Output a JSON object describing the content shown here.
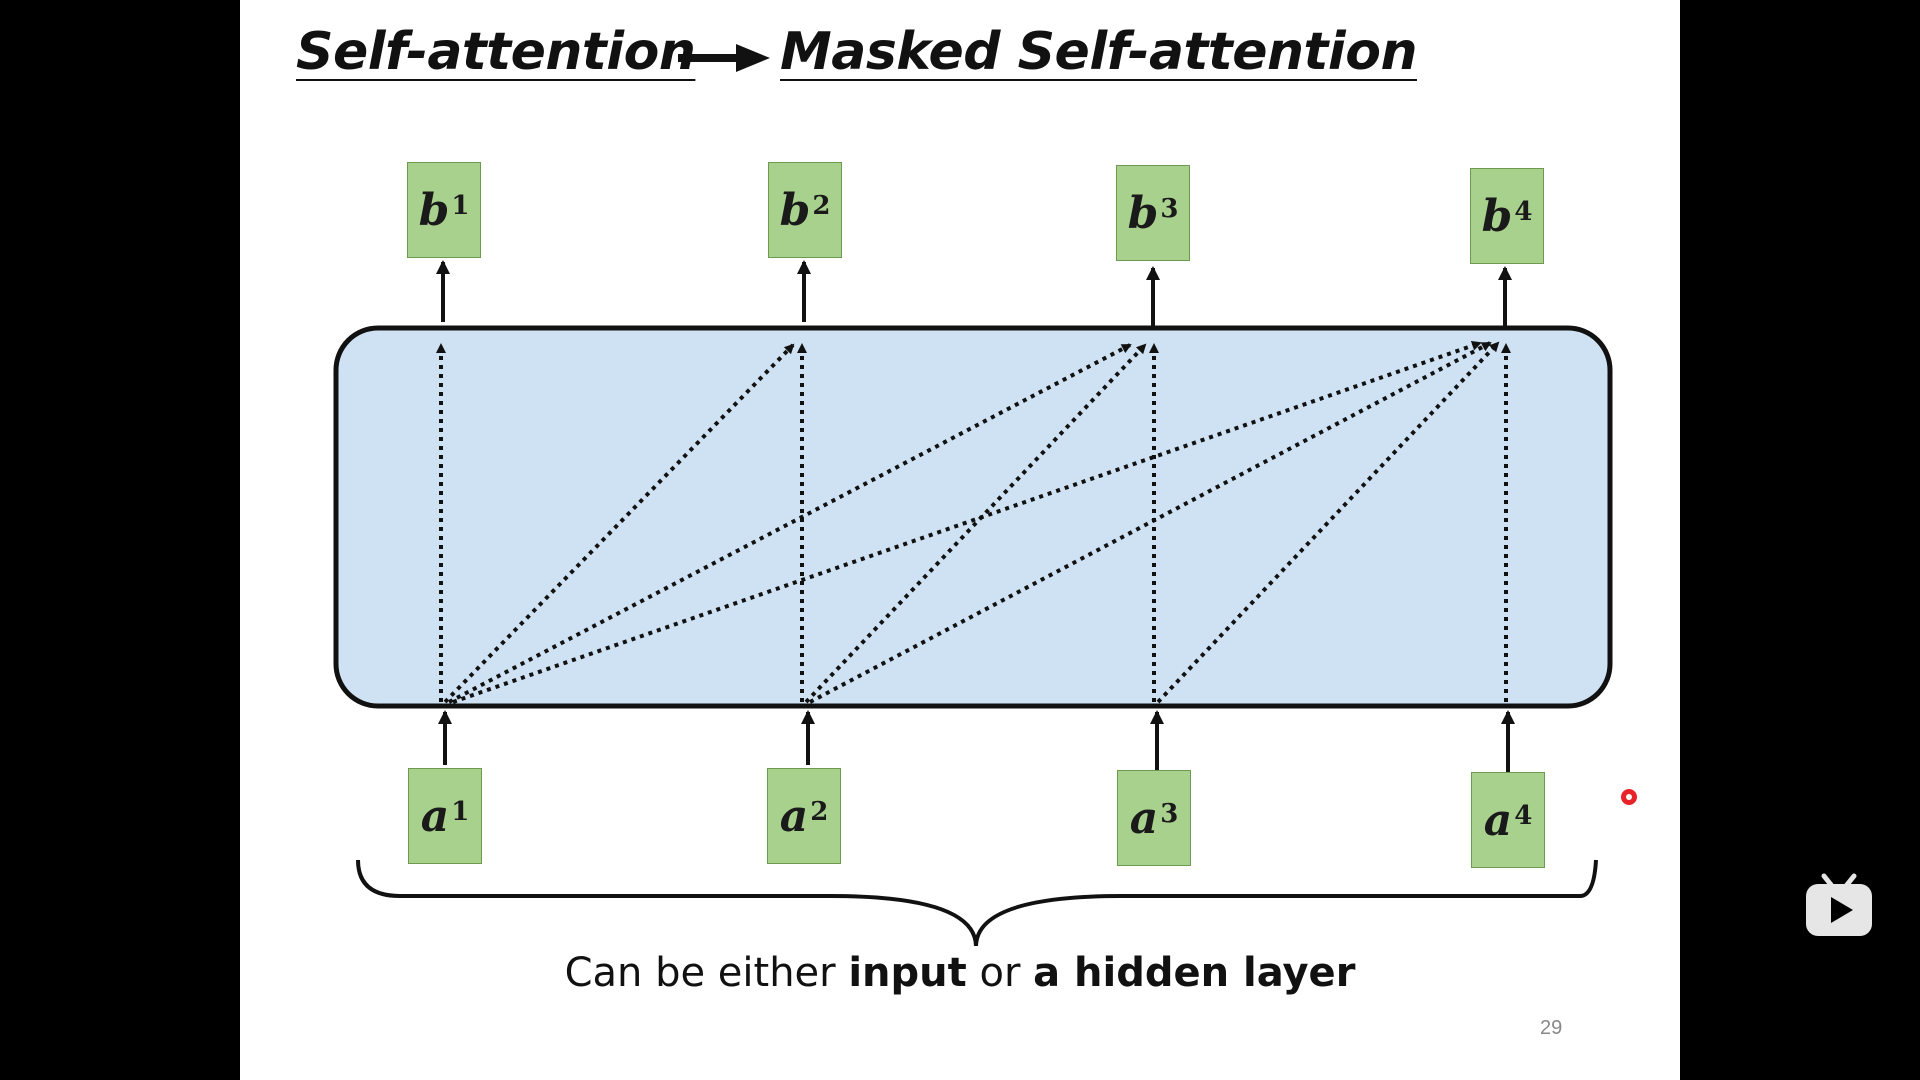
{
  "slide": {
    "title_left": "Self-attention",
    "title_right": "Masked Self-attention",
    "outputs": [
      {
        "base": "b",
        "sup": "1"
      },
      {
        "base": "b",
        "sup": "2"
      },
      {
        "base": "b",
        "sup": "3"
      },
      {
        "base": "b",
        "sup": "4"
      }
    ],
    "inputs": [
      {
        "base": "a",
        "sup": "1"
      },
      {
        "base": "a",
        "sup": "2"
      },
      {
        "base": "a",
        "sup": "3"
      },
      {
        "base": "a",
        "sup": "4"
      }
    ],
    "caption": {
      "part1": "Can be either ",
      "bold1": "input",
      "part2": " or ",
      "bold2": "a hidden layer"
    },
    "page_number": "29"
  },
  "overlay": {
    "laser_pointer": "laser-pointer-dot",
    "player_icon": "bilibili-tv-icon"
  },
  "colors": {
    "box_fill": "#a9d18e",
    "block_fill": "#cfe2f3",
    "pointer": "#e8242a"
  }
}
